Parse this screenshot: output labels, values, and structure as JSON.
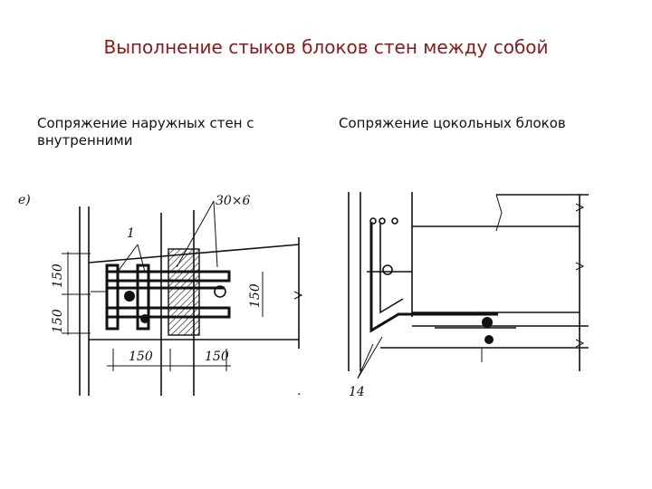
{
  "slide": {
    "title": "Выполнение стыков блоков стен между собой",
    "left_caption": "Сопряжение наружных стен с внутренними",
    "right_caption": "Сопряжение цокольных блоков"
  },
  "left_drawing": {
    "panel_letter": "е)",
    "plate_label": "30×6",
    "item_label": "1",
    "dim_left_top": "150",
    "dim_left_bottom": "150",
    "dim_right": "150",
    "dim_bottom_left": "150",
    "dim_bottom_right": "150"
  },
  "right_drawing": {
    "item_label": "14"
  },
  "colors": {
    "title": "#8b1a1a",
    "ink": "#111111"
  }
}
